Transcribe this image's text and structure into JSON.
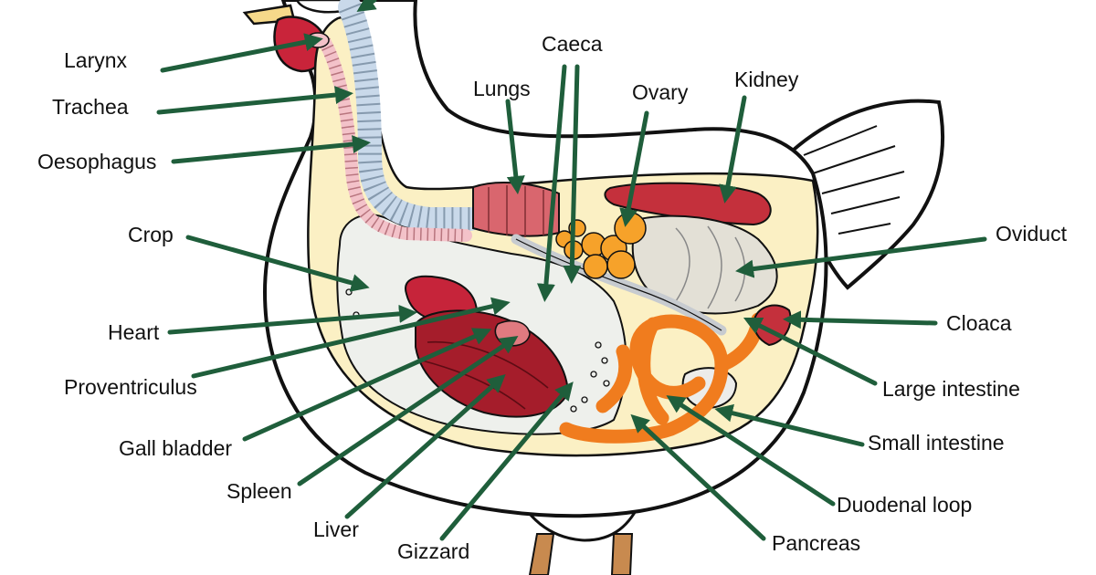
{
  "colors": {
    "arrow": "#1f5e3b",
    "outline": "#111111",
    "body": "#ffffff",
    "cavity": "#fbf0c4",
    "air_sac": "#eef0ec",
    "trachea": "#f3c2c9",
    "oesophagus": "#c9d9ea",
    "lungs": "#d9666e",
    "kidney": "#c4303c",
    "ovary": "#f6a22a",
    "oviduct": "#e3e0d6",
    "heart": "#c6243a",
    "liver": "#a51d2b",
    "intestine": "#f07c1e",
    "gizzard": "#ececea",
    "leg": "#c88a4f"
  },
  "labels": {
    "larynx": "Larynx",
    "trachea": "Trachea",
    "oesophagus": "Oesophagus",
    "crop": "Crop",
    "heart": "Heart",
    "proventriculus": "Proventriculus",
    "gall_bladder": "Gall bladder",
    "spleen": "Spleen",
    "liver": "Liver",
    "gizzard": "Gizzard",
    "lungs": "Lungs",
    "caeca": "Caeca",
    "ovary": "Ovary",
    "kidney": "Kidney",
    "oviduct": "Oviduct",
    "cloaca": "Cloaca",
    "large_intestine": "Large intestine",
    "small_intestine": "Small intestine",
    "duodenal_loop": "Duodenal loop",
    "pancreas": "Pancreas"
  }
}
